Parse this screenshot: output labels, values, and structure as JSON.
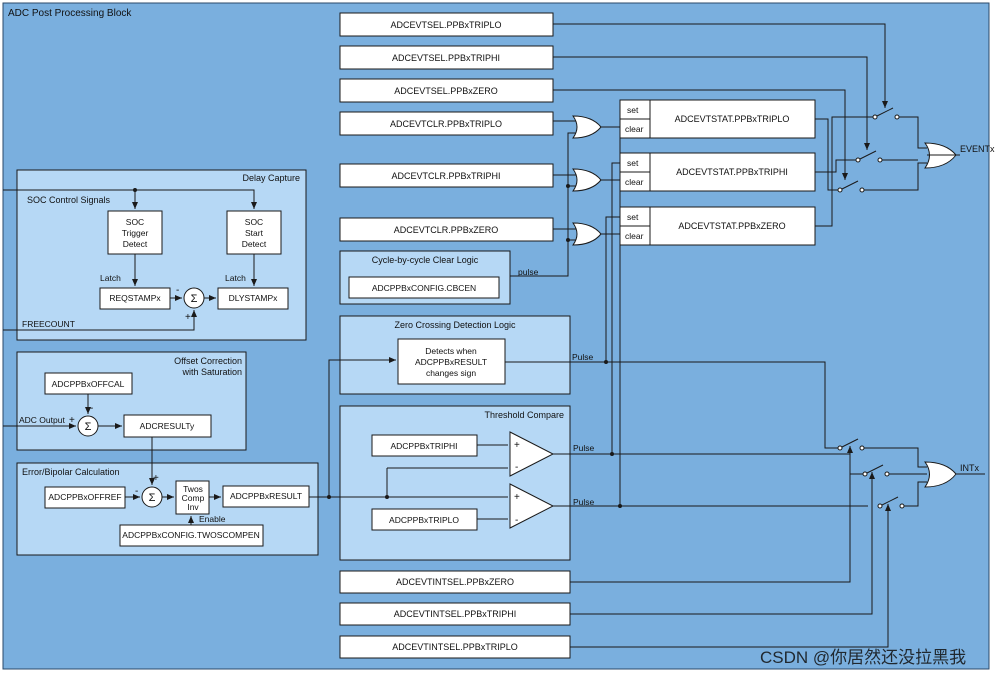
{
  "block_title": "ADC Post Processing Block",
  "registers_top": {
    "evtsel_triplo": "ADCEVTSEL.PPBxTRIPLO",
    "evtsel_triphi": "ADCEVTSEL.PPBxTRIPHI",
    "evtsel_zero": "ADCEVTSEL.PPBxZERO",
    "evtclr_triplo": "ADCEVTCLR.PPBxTRIPLO",
    "evtclr_triphi": "ADCEVTCLR.PPBxTRIPHI",
    "evtclr_zero": "ADCEVTCLR.PPBxZERO"
  },
  "evtstat": {
    "set": "set",
    "clear": "clear",
    "triplo": "ADCEVTSTAT.PPBxTRIPLO",
    "triphi": "ADCEVTSTAT.PPBxTRIPHI",
    "zero": "ADCEVTSTAT.PPBxZERO"
  },
  "delay_capture": {
    "title": "Delay Capture",
    "soc_signals": "SOC Control Signals",
    "soc_trigger": [
      "SOC",
      "Trigger",
      "Detect"
    ],
    "soc_start": [
      "SOC",
      "Start",
      "Detect"
    ],
    "latch": "Latch",
    "reqstamp": "REQSTAMPx",
    "dlystamp": "DLYSTAMPx",
    "freecount": "FREECOUNT",
    "sigma": "Σ",
    "minus": "-",
    "plus": "+"
  },
  "offset": {
    "title_line1": "Offset Correction",
    "title_line2": "with Saturation",
    "offcal": "ADCPPBxOFFCAL",
    "adc_output": "ADC Output",
    "adcresult": "ADCRESULTy",
    "sigma": "Σ",
    "plus": "+",
    "minus": "-"
  },
  "bipolar": {
    "title": "Error/Bipolar Calculation",
    "offref": "ADCPPBxOFFREF",
    "twos": [
      "Twos",
      "Comp",
      "Inv"
    ],
    "ppbresult": "ADCPPBxRESULT",
    "enable": "Enable",
    "twoscompen": "ADCPPBxCONFIG.TWOSCOMPEN",
    "sigma": "Σ",
    "plus": "+",
    "minus": "-"
  },
  "cbc": {
    "title": "Cycle-by-cycle Clear Logic",
    "cbcen": "ADCPPBxCONFIG.CBCEN",
    "pulse": "pulse"
  },
  "zero_cross": {
    "title": "Zero Crossing Detection Logic",
    "detect": [
      "Detects when",
      "ADCPPBxRESULT",
      "changes sign"
    ],
    "pulse": "Pulse"
  },
  "threshold": {
    "title": "Threshold Compare",
    "triphi": "ADCPPBxTRIPHI",
    "triplo": "ADCPPBxTRIPLO",
    "pulse": "Pulse",
    "plus": "+",
    "minus": "-"
  },
  "registers_bottom": {
    "intsel_zero": "ADCEVTINTSEL.PPBxZERO",
    "intsel_triphi": "ADCEVTINTSEL.PPBxTRIPHI",
    "intsel_triplo": "ADCEVTINTSEL.PPBxTRIPLO"
  },
  "outputs": {
    "event": "EVENTx",
    "int": "INTx"
  },
  "watermark": "CSDN @你居然还没拉黑我",
  "colors": {
    "outer_bg": "#7aafde",
    "panel_bg": "#b6d8f5",
    "box_bg": "#ffffff",
    "line": "#1a1a1a"
  }
}
